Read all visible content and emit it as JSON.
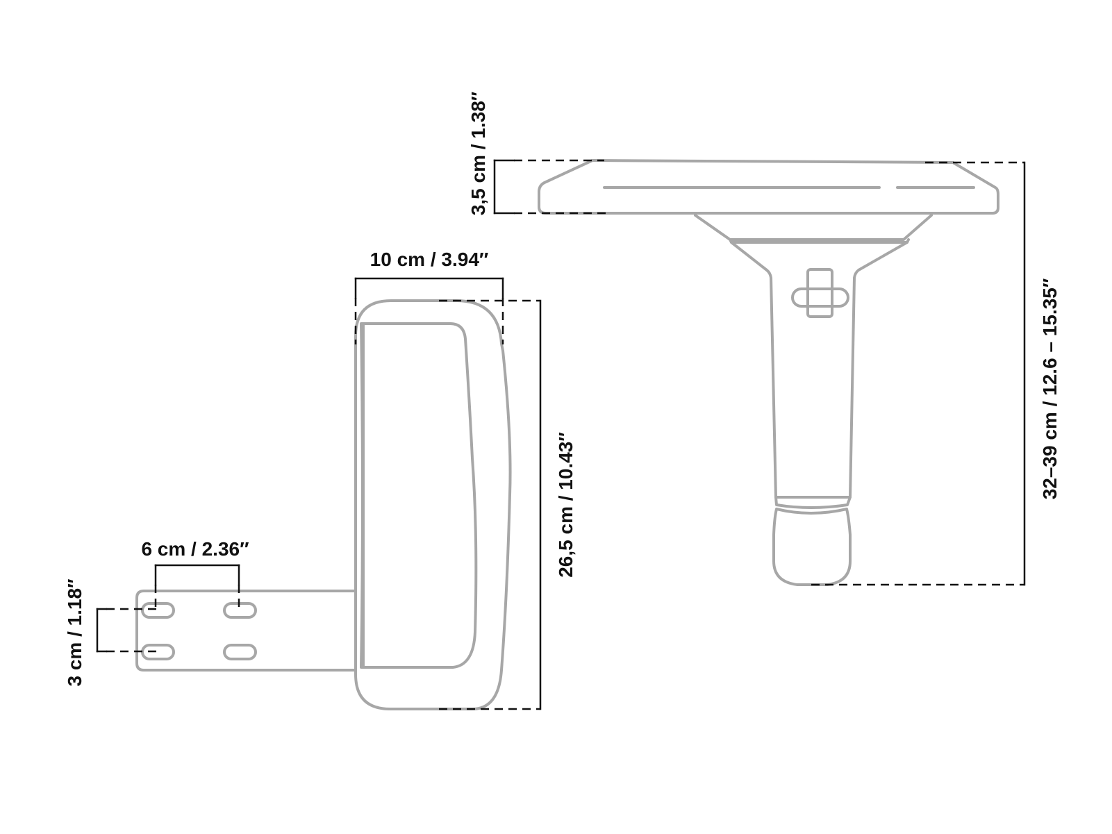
{
  "dimensions": {
    "mount_hole_spacing_vertical": "3 cm / 1.18″",
    "mount_hole_spacing_horizontal": "6 cm / 2.36″",
    "armpad_width": "10 cm / 3.94″",
    "armpad_length": "26,5 cm / 10.43″",
    "armpad_thickness": "3,5 cm / 1.38″",
    "armrest_height": "32–39 cm / 12.6 – 15.35″"
  },
  "colors": {
    "outline": "#a7a7a7",
    "dimension": "#111111",
    "background": "#ffffff"
  }
}
